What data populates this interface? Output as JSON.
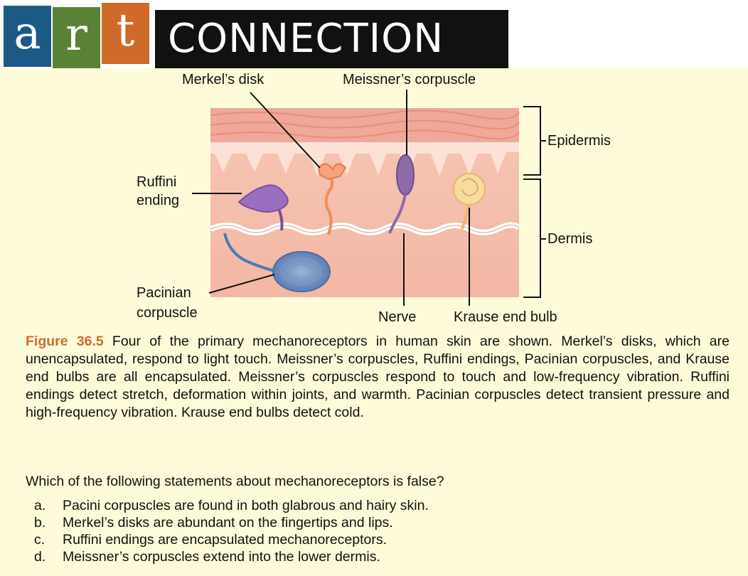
{
  "banner": {
    "letters": [
      "a",
      "r",
      "t"
    ],
    "word": "CONNECTION",
    "colors": {
      "a": "#1c5a86",
      "r": "#5a8236",
      "t": "#d06a28"
    }
  },
  "diagram": {
    "labels": {
      "merkel": "Merkel’s disk",
      "meissner": "Meissner’s corpuscle",
      "ruffini_1": "Ruffini",
      "ruffini_2": "ending",
      "pacinian_1": "Pacinian",
      "pacinian_2": "corpuscle",
      "nerve": "Nerve",
      "krause": "Krause end bulb",
      "epidermis": "Epidermis",
      "dermis": "Dermis"
    }
  },
  "caption": {
    "figure_number": "Figure 36.5",
    "text": " Four of the primary mechanoreceptors in human skin are shown. Merkel’s disks, which are unencapsulated, respond to light touch. Meissner’s corpuscles, Ruffini endings, Pacinian corpuscles, and Krause end bulbs are all encapsulated. Meissner’s corpuscles respond to touch and low-frequency vibration. Ruffini endings detect stretch, deformation within joints, and warmth. Pacinian corpuscles detect transient pressure and high-frequency vibration. Krause end bulbs detect cold."
  },
  "question": {
    "prompt": "Which of the following statements about mechanoreceptors is false?",
    "options": [
      {
        "letter": "a.",
        "text": "Pacini corpuscles are found in both glabrous and hairy skin."
      },
      {
        "letter": "b.",
        "text": "Merkel’s disks are abundant on the fingertips and lips."
      },
      {
        "letter": "c.",
        "text": "Ruffini endings are encapsulated mechanoreceptors."
      },
      {
        "letter": "d.",
        "text": "Meissner’s corpuscles extend into the lower dermis."
      }
    ]
  }
}
